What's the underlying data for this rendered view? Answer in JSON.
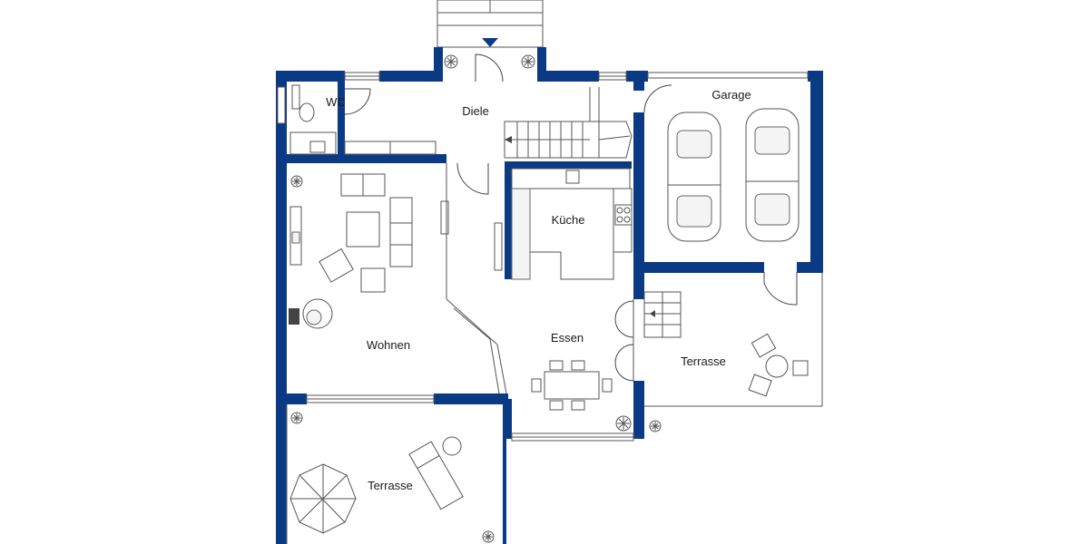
{
  "rooms": {
    "wc": "WC",
    "diele": "Diele",
    "garage": "Garage",
    "kueche": "Küche",
    "wohnen": "Wohnen",
    "essen": "Essen",
    "terrasse_east": "Terrasse",
    "terrasse_south": "Terrasse"
  },
  "colors": {
    "wall": "#0b3a84",
    "line": "#555555",
    "background": "#ffffff"
  },
  "icons": [
    "entrance-arrow-icon",
    "plant-icon",
    "car-icon",
    "parasol-icon",
    "sunbed-icon",
    "stove-icon",
    "sink-icon",
    "toilet-icon",
    "fireplace-icon"
  ]
}
